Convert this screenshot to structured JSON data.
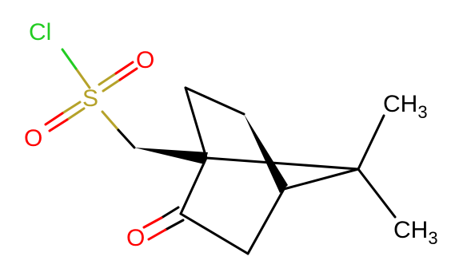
{
  "molecule": {
    "atoms": {
      "chlorine": {
        "label": "Cl",
        "color": "#22cc22"
      },
      "sulfur": {
        "label": "S",
        "color": "#b5a22a"
      },
      "oxygen_sulfonyl_top": {
        "label": "O",
        "color": "#ff0000"
      },
      "oxygen_sulfonyl_bottom": {
        "label": "O",
        "color": "#ff0000"
      },
      "oxygen_ketone": {
        "label": "O",
        "color": "#ff0000"
      },
      "methyl_top": {
        "label": "CH",
        "subscript": "3",
        "color": "#000000"
      },
      "methyl_bottom": {
        "label": "CH",
        "subscript": "3",
        "color": "#000000"
      }
    },
    "bond_color": "#000000"
  }
}
